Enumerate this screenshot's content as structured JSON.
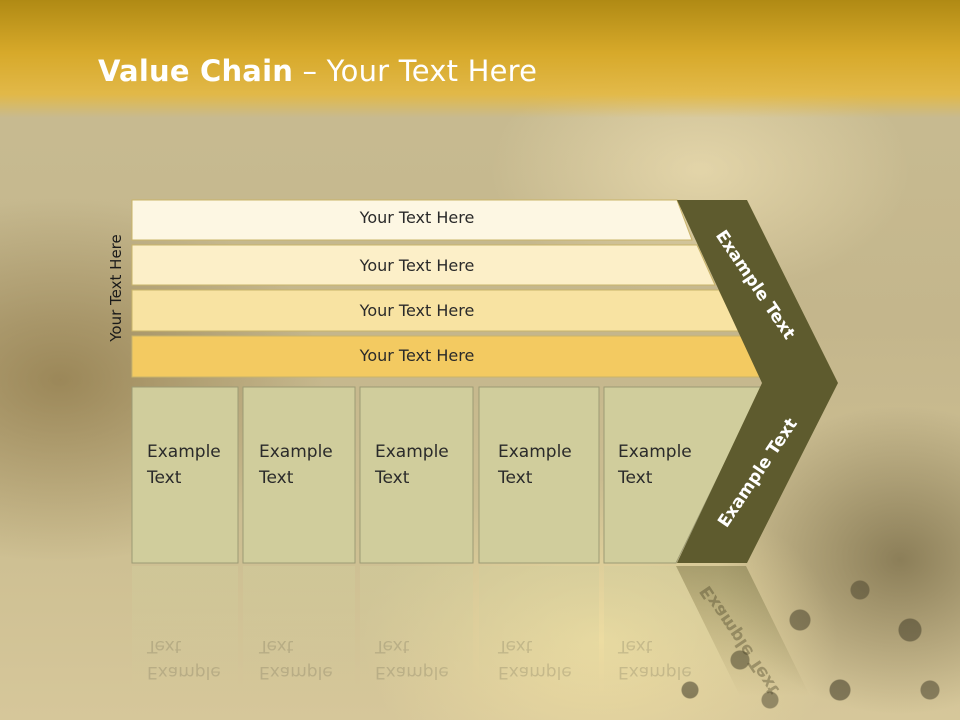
{
  "title": {
    "bold": "Value Chain",
    "rest": " – Your Text Here"
  },
  "side_label": "Your Text Here",
  "bands": [
    {
      "label": "Your Text Here",
      "color": "#fdf7e3"
    },
    {
      "label": "Your Text Here",
      "color": "#fcefc8"
    },
    {
      "label": "Your Text Here",
      "color": "#f8e3a2"
    },
    {
      "label": "Your Text Here",
      "color": "#f3ca61"
    }
  ],
  "boxes": [
    {
      "line1": "Example",
      "line2": "Text"
    },
    {
      "line1": "Example",
      "line2": "Text"
    },
    {
      "line1": "Example",
      "line2": "Text"
    },
    {
      "line1": "Example",
      "line2": "Text"
    },
    {
      "line1": "Example",
      "line2": "Text"
    }
  ],
  "arrow": {
    "top_label": "Example Text",
    "bottom_label": "Example Text",
    "color": "#5e5b2e"
  },
  "colors": {
    "box_fill": "#d0cd9c",
    "box_border": "#9c9a74",
    "title_band": "#d7a92a"
  }
}
